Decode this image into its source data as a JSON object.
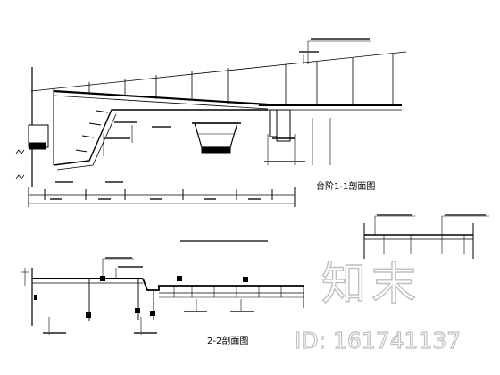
{
  "section_1": {
    "title": "台阶1-1剖面图"
  },
  "section_2": {
    "title": "2-2剖面图"
  },
  "watermark": {
    "brand": "知末",
    "id_text": "ID: 161741137"
  }
}
